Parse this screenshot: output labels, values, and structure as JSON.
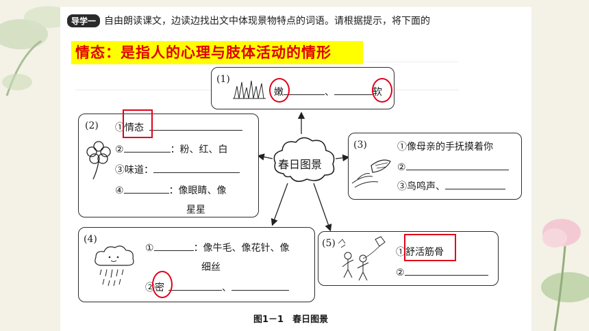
{
  "header": {
    "badge": "导学一",
    "instruction": "自由朗读课文，边读边找出文中体现景物特点的词语。请根据提示，将下面的"
  },
  "banner": {
    "text": "情态：是指人的心理与肢体活动的情形"
  },
  "center": {
    "label": "春日图景"
  },
  "box1": {
    "num": "(1)",
    "word_a": "嫩",
    "sep": "、",
    "word_b": "软"
  },
  "box2": {
    "num": "(2)",
    "line1_prefix": "①",
    "line1_word": "情态",
    "line2_prefix": "②",
    "line2_suffix": "：粉、红、白",
    "line3": "③味道：",
    "line4_prefix": "④",
    "line4_suffix": "：像眼睛、像",
    "line4_cont": "星星"
  },
  "box3": {
    "num": "(3)",
    "line1": "①像母亲的手抚摸着你",
    "line2": "②",
    "line3": "③鸟鸣声、"
  },
  "box4": {
    "num": "(4)",
    "line1_prefix": "①",
    "line1_suffix": "：像牛毛、像花针、像",
    "line1_cont": "细丝",
    "line2_prefix": "②",
    "line2_word": "密",
    "line2_sep": "、"
  },
  "box5": {
    "num": "(5)",
    "line1_prefix": "①",
    "line1_word": "舒活筋骨",
    "line2": "②"
  },
  "caption": "图1－1　春日图景",
  "colors": {
    "banner_bg": "#ffff00",
    "banner_text": "#e00000",
    "highlight": "#e0001a"
  }
}
